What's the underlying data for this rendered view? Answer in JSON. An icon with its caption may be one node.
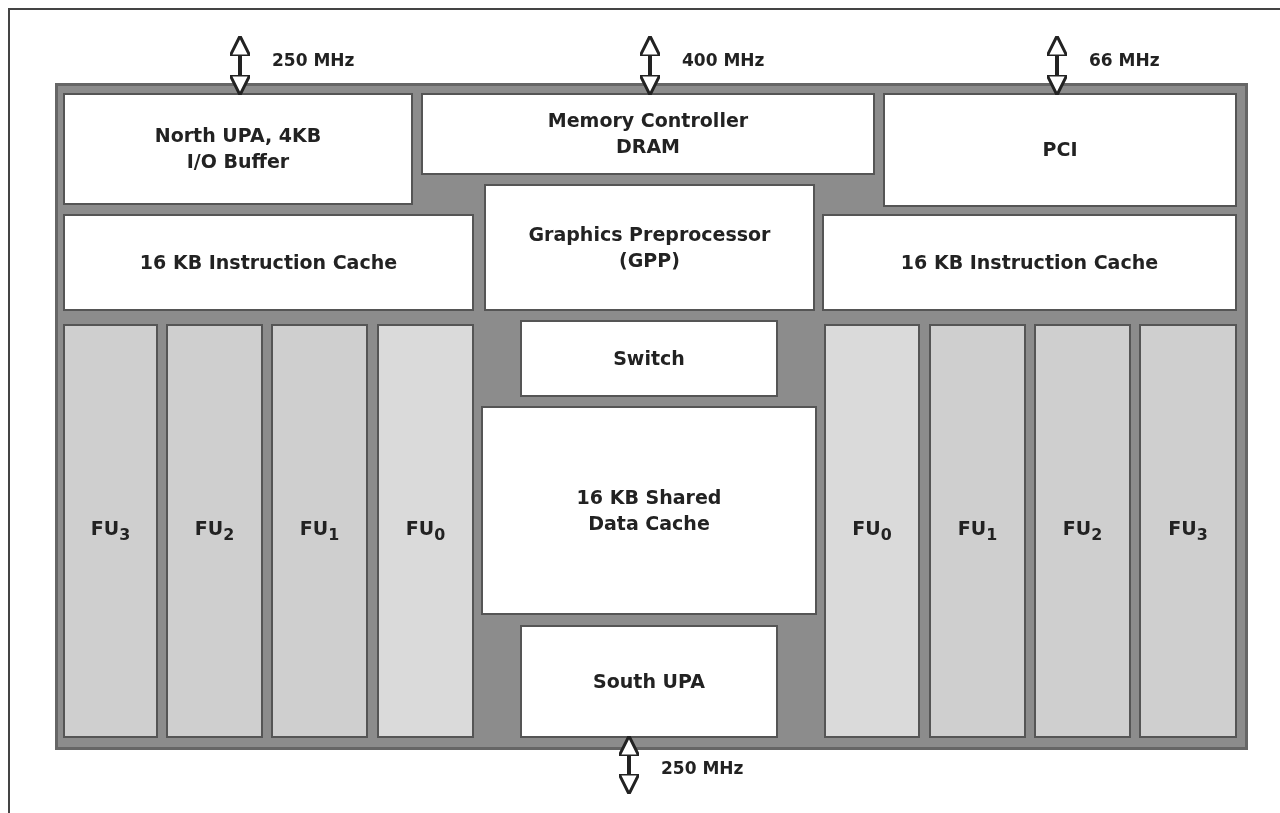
{
  "diagram": {
    "nodes": [
      {
        "text": [],
        "shape": "box"
      },
      {
        "text": [
          "North UPA, 4KB I/O Buffer"
        ],
        "in": 0
      },
      {
        "text": [
          "Memory Controller DRAM"
        ],
        "in": 0
      },
      {
        "text": [
          "PCI"
        ],
        "in": 0
      },
      {
        "text": [
          "16 KB Instruction Cache"
        ],
        "in": 0
      },
      {
        "text": [
          "Graphics Preprocessor (GPP)"
        ],
        "in": 0
      },
      {
        "text": [
          "16 KB Instruction Cache"
        ],
        "in": 0
      },
      {
        "text": [
          "FU$_{3}$"
        ],
        "in": 0
      },
      {
        "text": [
          "FU$_{2}$"
        ],
        "in": 0
      },
      {
        "text": [
          "FU$_{1}$"
        ],
        "in": 0
      },
      {
        "text": [
          "FU$_{0}$"
        ],
        "in": 0
      },
      {
        "text": [
          "Switch"
        ],
        "in": 0
      },
      {
        "text": [
          "16 KB Shared Data Cache"
        ],
        "in": 0
      },
      {
        "text": [
          "South UPA"
        ],
        "in": 0
      },
      {
        "text": [
          "FU$_{0}$"
        ],
        "in": 0
      },
      {
        "text": [
          "FU$_{1}$"
        ],
        "in": 0
      },
      {
        "text": [
          "FU$_{2}$"
        ],
        "in": 0
      },
      {
        "text": [
          "FU$_{3}$"
        ],
        "in": 0
      }
    ],
    "edges": [
      {
        "from": null,
        "to": 1,
        "arrow": "both",
        "label": "250 MHz"
      },
      {
        "from": null,
        "to": 2,
        "arrow": "both",
        "label": "400 MHz"
      },
      {
        "from": null,
        "to": 3,
        "arrow": "both",
        "label": "66 MHz"
      },
      {
        "from": null,
        "to": 13,
        "arrow": "both",
        "label": "250 MHz"
      }
    ]
  }
}
